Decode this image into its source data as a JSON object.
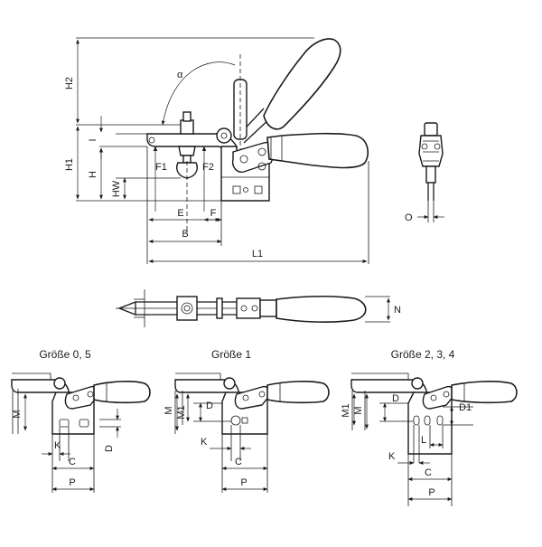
{
  "main_view": {
    "H2": "H2",
    "H1": "H1",
    "H": "H",
    "HW": "HW",
    "I": "I",
    "alpha": "α",
    "F1": "F1",
    "F2": "F2",
    "E": "E",
    "F": "F",
    "B": "B",
    "L1": "L1"
  },
  "side_view": {
    "O": "O"
  },
  "top_view": {
    "N": "N"
  },
  "variants": [
    {
      "title": "Größe 0, 5",
      "M": "M",
      "K": "K",
      "C": "C",
      "P": "P",
      "D": "D"
    },
    {
      "title": "Größe 1",
      "M": "M",
      "M1": "M1",
      "D": "D",
      "K": "K",
      "C": "C",
      "P": "P"
    },
    {
      "title": "Größe 2, 3, 4",
      "M1": "M1",
      "M": "M",
      "D": "D",
      "D1": "D1",
      "L": "L",
      "K": "K",
      "C": "C",
      "P": "P"
    }
  ]
}
